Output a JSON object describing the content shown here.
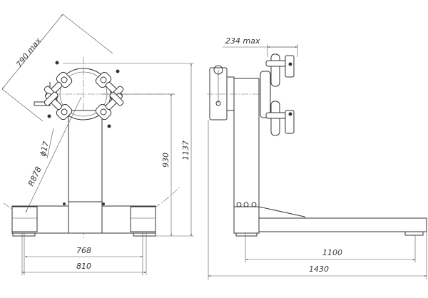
{
  "drawing": {
    "front_view": {
      "dim_diagonal": "790 max",
      "dim_hole": "ϕ17",
      "dim_radius": "R878",
      "dim_center_height": "930",
      "dim_total_height": "1137",
      "dim_feet_inner": "768",
      "dim_feet_outer": "810"
    },
    "side_view": {
      "dim_clamp_reach": "234 max",
      "dim_feet_spacing": "1100",
      "dim_total_length": "1430"
    }
  }
}
